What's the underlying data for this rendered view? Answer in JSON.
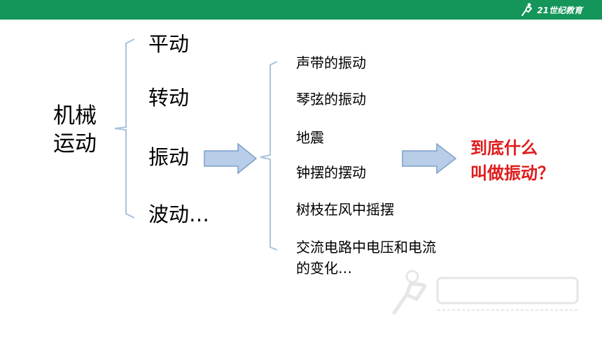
{
  "header": {
    "brand_text": "21世纪教育"
  },
  "topic": {
    "line1": "机械",
    "line2": "运动"
  },
  "categories": [
    {
      "label": "平动"
    },
    {
      "label": "转动"
    },
    {
      "label": "振动"
    },
    {
      "label": "波动…"
    }
  ],
  "examples": [
    {
      "label": "声带的振动"
    },
    {
      "label": "琴弦的振动"
    },
    {
      "label": "地震"
    },
    {
      "label": "钟摆的摆动"
    },
    {
      "label": "树枝在风中摇摆"
    },
    {
      "label": "交流电路中电压和电流"
    },
    {
      "label": "的变化…"
    }
  ],
  "question": {
    "line1": "到底什么",
    "line2": "叫做振动？"
  },
  "colors": {
    "header_bar": "#14955a",
    "question_text": "#e01b1b",
    "arrow_fill": "#b7cde8",
    "arrow_stroke": "#7f9fc8",
    "bracket": "#a9c3dd"
  }
}
